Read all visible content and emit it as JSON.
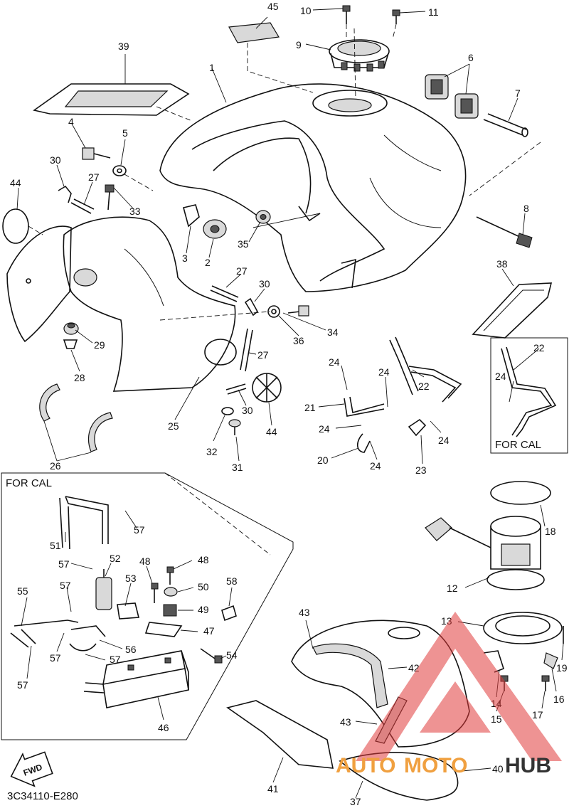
{
  "diagram": {
    "part_code": "3C34110-E280",
    "fwd_label": "FWD",
    "box_labels": {
      "cal_left": "FOR CAL",
      "cal_right": "FOR CAL"
    },
    "watermark": {
      "part1": "AUTO",
      "part2": "MOTO",
      "part3": "HUB",
      "color_red": "#e03a3a",
      "color_orange": "#f0a040",
      "color_dark": "#333333"
    },
    "callouts": [
      {
        "id": "c45",
        "text": "45"
      },
      {
        "id": "c10",
        "text": "10"
      },
      {
        "id": "c11",
        "text": "11"
      },
      {
        "id": "c9",
        "text": "9"
      },
      {
        "id": "c39",
        "text": "39"
      },
      {
        "id": "c1",
        "text": "1"
      },
      {
        "id": "c6",
        "text": "6"
      },
      {
        "id": "c7",
        "text": "7"
      },
      {
        "id": "c4",
        "text": "4"
      },
      {
        "id": "c5",
        "text": "5"
      },
      {
        "id": "c30a",
        "text": "30"
      },
      {
        "id": "c27a",
        "text": "27"
      },
      {
        "id": "c44a",
        "text": "44"
      },
      {
        "id": "c33",
        "text": "33"
      },
      {
        "id": "c8",
        "text": "8"
      },
      {
        "id": "c3",
        "text": "3"
      },
      {
        "id": "c2",
        "text": "2"
      },
      {
        "id": "c35",
        "text": "35"
      },
      {
        "id": "c38",
        "text": "38"
      },
      {
        "id": "c27b",
        "text": "27"
      },
      {
        "id": "c30b",
        "text": "30"
      },
      {
        "id": "c34",
        "text": "34"
      },
      {
        "id": "c36",
        "text": "36"
      },
      {
        "id": "c29",
        "text": "29"
      },
      {
        "id": "c28",
        "text": "28"
      },
      {
        "id": "c27c",
        "text": "27"
      },
      {
        "id": "c22a",
        "text": "22"
      },
      {
        "id": "c24a",
        "text": "24"
      },
      {
        "id": "c24b",
        "text": "24"
      },
      {
        "id": "c22b",
        "text": "22"
      },
      {
        "id": "c24c",
        "text": "24"
      },
      {
        "id": "c30c",
        "text": "30"
      },
      {
        "id": "c21",
        "text": "21"
      },
      {
        "id": "c24d",
        "text": "24"
      },
      {
        "id": "c24e",
        "text": "24"
      },
      {
        "id": "c25",
        "text": "25"
      },
      {
        "id": "c44b",
        "text": "44"
      },
      {
        "id": "c32",
        "text": "32"
      },
      {
        "id": "c20",
        "text": "20"
      },
      {
        "id": "c24f",
        "text": "24"
      },
      {
        "id": "c23",
        "text": "23"
      },
      {
        "id": "c26",
        "text": "26"
      },
      {
        "id": "c31",
        "text": "31"
      },
      {
        "id": "c57a",
        "text": "57"
      },
      {
        "id": "c18",
        "text": "18"
      },
      {
        "id": "c51",
        "text": "51"
      },
      {
        "id": "c52",
        "text": "52"
      },
      {
        "id": "c48",
        "text": "48"
      },
      {
        "id": "c48b",
        "text": "48"
      },
      {
        "id": "c57b",
        "text": "57"
      },
      {
        "id": "c53",
        "text": "53"
      },
      {
        "id": "c58",
        "text": "58"
      },
      {
        "id": "c55",
        "text": "55"
      },
      {
        "id": "c57c",
        "text": "57"
      },
      {
        "id": "c50",
        "text": "50"
      },
      {
        "id": "c12",
        "text": "12"
      },
      {
        "id": "c49",
        "text": "49"
      },
      {
        "id": "c13",
        "text": "13"
      },
      {
        "id": "c47",
        "text": "47"
      },
      {
        "id": "c57d",
        "text": "57"
      },
      {
        "id": "c56",
        "text": "56"
      },
      {
        "id": "c57e",
        "text": "57"
      },
      {
        "id": "c54",
        "text": "54"
      },
      {
        "id": "c43a",
        "text": "43"
      },
      {
        "id": "c42",
        "text": "42"
      },
      {
        "id": "c19",
        "text": "19"
      },
      {
        "id": "c14",
        "text": "14"
      },
      {
        "id": "c16",
        "text": "16"
      },
      {
        "id": "c57f",
        "text": "57"
      },
      {
        "id": "c15",
        "text": "15"
      },
      {
        "id": "c17",
        "text": "17"
      },
      {
        "id": "c46",
        "text": "46"
      },
      {
        "id": "c43b",
        "text": "43"
      },
      {
        "id": "c40",
        "text": "40"
      },
      {
        "id": "c41",
        "text": "41"
      },
      {
        "id": "c37",
        "text": "37"
      }
    ]
  }
}
